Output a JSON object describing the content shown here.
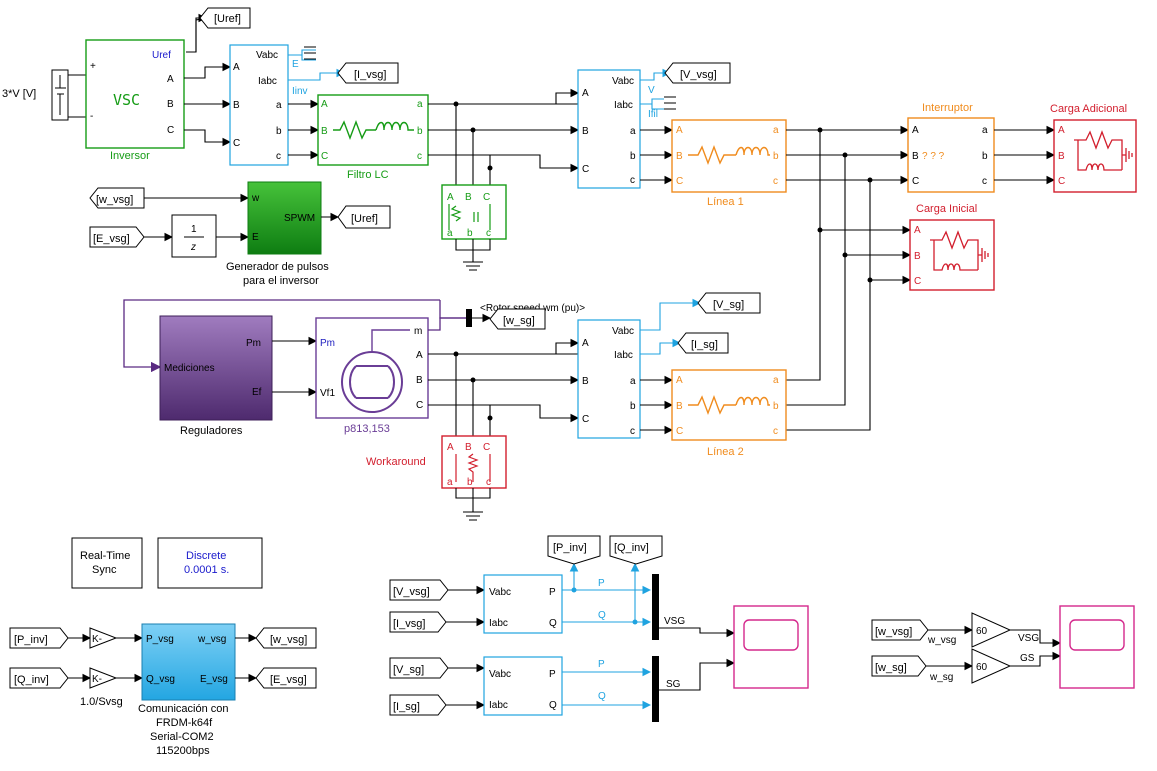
{
  "colors": {
    "green": "#169c16",
    "blue": "#1fa3e0",
    "orange": "#f08c1e",
    "red": "#d21e2d",
    "purple": "#6a3d96",
    "magenta": "#d4288c"
  },
  "source": {
    "label": "3*V [V]"
  },
  "inversor": {
    "name": "Inversor",
    "uref": "Uref",
    "vsc": "VSC",
    "a": "A",
    "b": "B",
    "c": "C",
    "plus": "+",
    "minus": "-"
  },
  "tags": {
    "uref_top": "[Uref]",
    "i_vsg": "[I_vsg]",
    "v_vsg": "[V_vsg]",
    "w_vsg_in": "[w_vsg]",
    "e_vsg_in": "[E_vsg]",
    "uref_out": "[Uref]",
    "v_sg": "[V_sg]",
    "i_sg": "[I_sg]",
    "w_sg": "[w_sg]"
  },
  "meas1": {
    "vabc": "Vabc",
    "iabc": "Iabc",
    "a_in": "A",
    "b_in": "B",
    "c_in": "C",
    "a_out": "a",
    "b_out": "b",
    "c_out": "c",
    "e": "E",
    "iinv": "Iinv"
  },
  "filtro": {
    "name": "Filtro LC",
    "a": "A",
    "b": "B",
    "c": "C",
    "a2": "a",
    "b2": "b",
    "c2": "c"
  },
  "meas2": {
    "vabc": "Vabc",
    "iabc": "Iabc",
    "v": "V",
    "ifil": "Ifil"
  },
  "linea1": {
    "name": "Línea 1"
  },
  "linea2": {
    "name": "Línea 2"
  },
  "interruptor": {
    "name": "Interruptor",
    "q": "? ? ?"
  },
  "carga_adicional": {
    "name": "Carga Adicional"
  },
  "carga_inicial": {
    "name": "Carga Inicial"
  },
  "spwm": {
    "label": "SPWM",
    "w": "w",
    "e": "E",
    "caption1": "Generador de pulsos",
    "caption2": "para el inversor"
  },
  "delay": {
    "num": "1",
    "den": "z"
  },
  "reguladores": {
    "name": "Reguladores",
    "pm": "Pm",
    "ef": "Ef",
    "mediciones": "Mediciones"
  },
  "machine": {
    "name": "p813,153",
    "pm": "Pm",
    "vf": "Vf1",
    "m": "m"
  },
  "rotor": {
    "label": "<Rotor speed  wm  (pu)>"
  },
  "workaround": {
    "name": "Workaround"
  },
  "realtime": {
    "line1": "Real-Time",
    "line2": "Sync"
  },
  "discrete": {
    "line1": "Discrete",
    "line2": "0.0001 s."
  },
  "comm": {
    "pvsg": "P_vsg",
    "qvsg": "Q_vsg",
    "wvsg": "w_vsg",
    "evsg": "E_vsg",
    "caption": [
      "Comunicación con",
      "FRDM-k64f",
      "Serial-COM2",
      "115200bps"
    ],
    "gain_label": "1.0/Svsg",
    "k": "K-"
  },
  "comm_tags": {
    "p_inv": "[P_inv]",
    "q_inv": "[Q_inv]",
    "w_vsg": "[w_vsg]",
    "e_vsg": "[E_vsg]"
  },
  "pq": {
    "p_inv": "[P_inv]",
    "q_inv": "[Q_inv]",
    "v_vsg": "[V_vsg]",
    "i_vsg": "[I_vsg]",
    "v_sg": "[V_sg]",
    "i_sg": "[I_sg]",
    "vabc": "Vabc",
    "iabc": "Iabc",
    "P": "P",
    "Q": "Q",
    "vsg": "VSG",
    "sg": "SG"
  },
  "speed": {
    "w_vsg": "[w_vsg]",
    "w_sg": "[w_sg]",
    "w_vsg_sig": "w_vsg",
    "w_sg_sig": "w_sg",
    "gain": "60",
    "vsg": "VSG",
    "gs": "GS"
  }
}
